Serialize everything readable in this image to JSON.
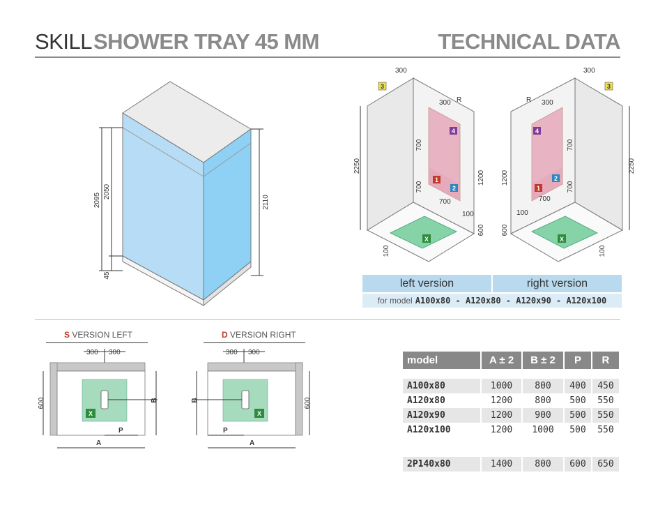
{
  "header": {
    "brand": "SKILL",
    "product": "SHOWER TRAY 45 MM",
    "section": "TECHNICAL DATA"
  },
  "enclosure": {
    "h_total": "2095",
    "h_cabin": "2050",
    "h_tray": "45",
    "h_right": "2110"
  },
  "left_plan": {
    "wall_h": "2250",
    "top": "300",
    "r": "R",
    "rise1": "700",
    "rise2": "700",
    "width": "700",
    "inset": "100",
    "height": "1200",
    "depth": "600",
    "tray_inset": "100",
    "badge3": "3",
    "badge4": "4",
    "badge1": "1",
    "badge2": "2",
    "drain": "X",
    "gap": "300"
  },
  "right_plan": {
    "wall_h": "2250",
    "top": "300",
    "r": "R",
    "rise1": "700",
    "rise2": "700",
    "width": "700",
    "inset": "100",
    "height": "1200",
    "depth": "600",
    "tray_inset": "100",
    "badge3": "3",
    "badge4": "4",
    "badge1": "1",
    "badge2": "2",
    "drain": "X",
    "gap": "300"
  },
  "versions": {
    "left": "left version",
    "right": "right version",
    "prefix": "for model",
    "models": "A100x80 - A120x80 - A120x90 - A120x100"
  },
  "tray_left": {
    "letter": "S",
    "title": "VERSION LEFT",
    "d1": "300",
    "d2": "300",
    "depth": "600",
    "b": "B",
    "p": "P",
    "a": "A",
    "drain": "X"
  },
  "tray_right": {
    "letter": "D",
    "title": "VERSION RIGHT",
    "d1": "300",
    "d2": "300",
    "depth": "600",
    "b": "B",
    "p": "P",
    "a": "A",
    "drain": "X"
  },
  "models": {
    "headers": [
      "model",
      "A ± 2",
      "B ± 2",
      "P",
      "R"
    ],
    "rows": [
      [
        "A100x80",
        "1000",
        "800",
        "400",
        "450"
      ],
      [
        "A120x80",
        "1200",
        "800",
        "500",
        "550"
      ],
      [
        "A120x90",
        "1200",
        "900",
        "500",
        "550"
      ],
      [
        "A120x100",
        "1200",
        "1000",
        "500",
        "550"
      ],
      [
        "2P140x80",
        "1400",
        "800",
        "600",
        "650"
      ]
    ]
  },
  "colors": {
    "glass": "#a9d6f5",
    "tray": "#7fcf9f",
    "pink": "#e8a5b7",
    "badge1": "#c0392b",
    "badge2": "#2e86c1",
    "badge3": "#f1e04a",
    "badge4": "#7d3c98",
    "drain": "#2e8b3d"
  }
}
